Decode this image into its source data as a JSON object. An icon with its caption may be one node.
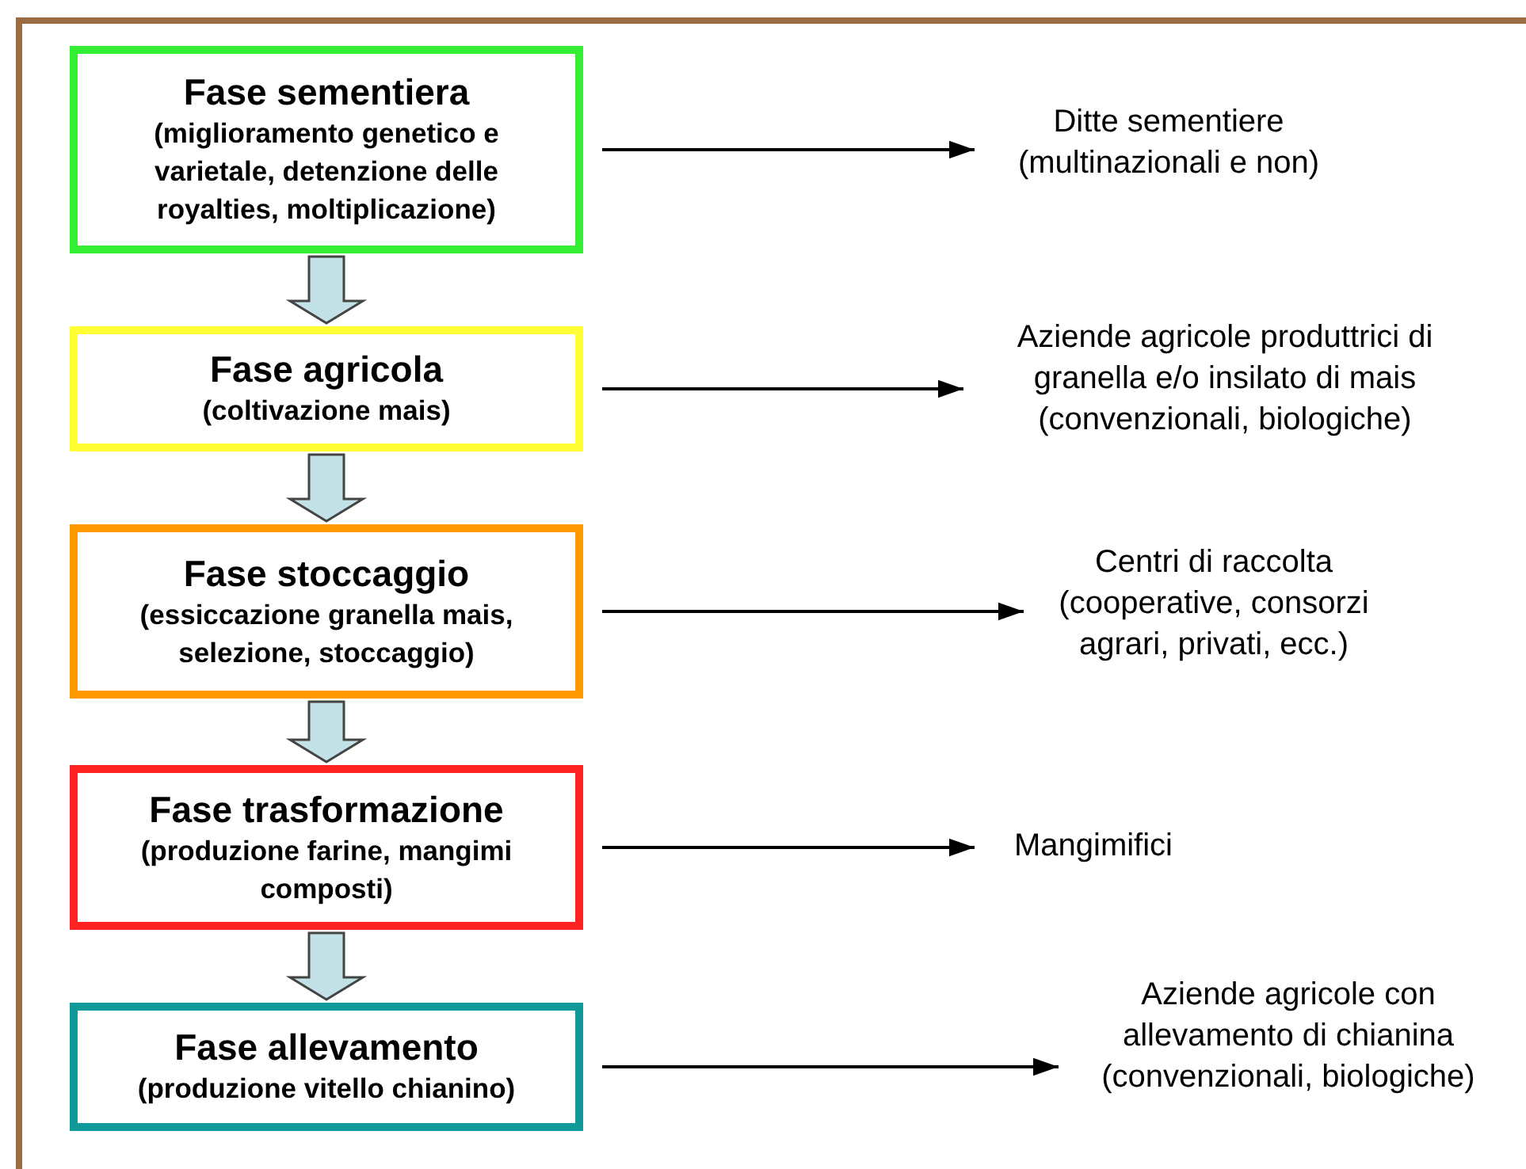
{
  "diagram": {
    "nodes": [
      {
        "text": [
          "Fase sementiera",
          "(miglioramento genetico e varietale, detenzione delle royalties, moltiplicazione)"
        ]
      },
      {
        "text": [
          "Ditte sementiere (multinazionali e non)"
        ]
      },
      {
        "text": [
          "Fase agricola",
          "(coltivazione mais)"
        ]
      },
      {
        "text": [
          "Aziende agricole produttrici di granella e/o insilato di mais (convenzionali, biologiche)"
        ]
      },
      {
        "text": [
          "Fase stoccaggio",
          "(essiccazione granella mais, selezione, stoccaggio)"
        ]
      },
      {
        "text": [
          "Centri di raccolta (cooperative, consorzi agrari, privati, ecc.)"
        ]
      },
      {
        "text": [
          "Fase trasformazione",
          "(produzione farine, mangimi composti)"
        ]
      },
      {
        "text": [
          "Mangimifici"
        ]
      },
      {
        "text": [
          "Fase allevamento",
          "(produzione vitello chianino)"
        ]
      },
      {
        "text": [
          "Aziende agricole con allevamento di chianina (convenzionali, biologiche)"
        ]
      }
    ],
    "edges": [
      {
        "from": 0,
        "to": 1,
        "arrow": "to"
      },
      {
        "from": 2,
        "to": 3,
        "arrow": "to"
      },
      {
        "from": 4,
        "to": 5,
        "arrow": "to"
      },
      {
        "from": 6,
        "to": 7,
        "arrow": "to"
      },
      {
        "from": 8,
        "to": 9,
        "arrow": "to"
      },
      {
        "from": 0,
        "to": 2,
        "arrow": "to",
        "style": "thick"
      },
      {
        "from": 2,
        "to": 4,
        "arrow": "to",
        "style": "thick"
      },
      {
        "from": 4,
        "to": 6,
        "arrow": "to",
        "style": "thick"
      },
      {
        "from": 6,
        "to": 8,
        "arrow": "to",
        "style": "thick"
      }
    ]
  }
}
